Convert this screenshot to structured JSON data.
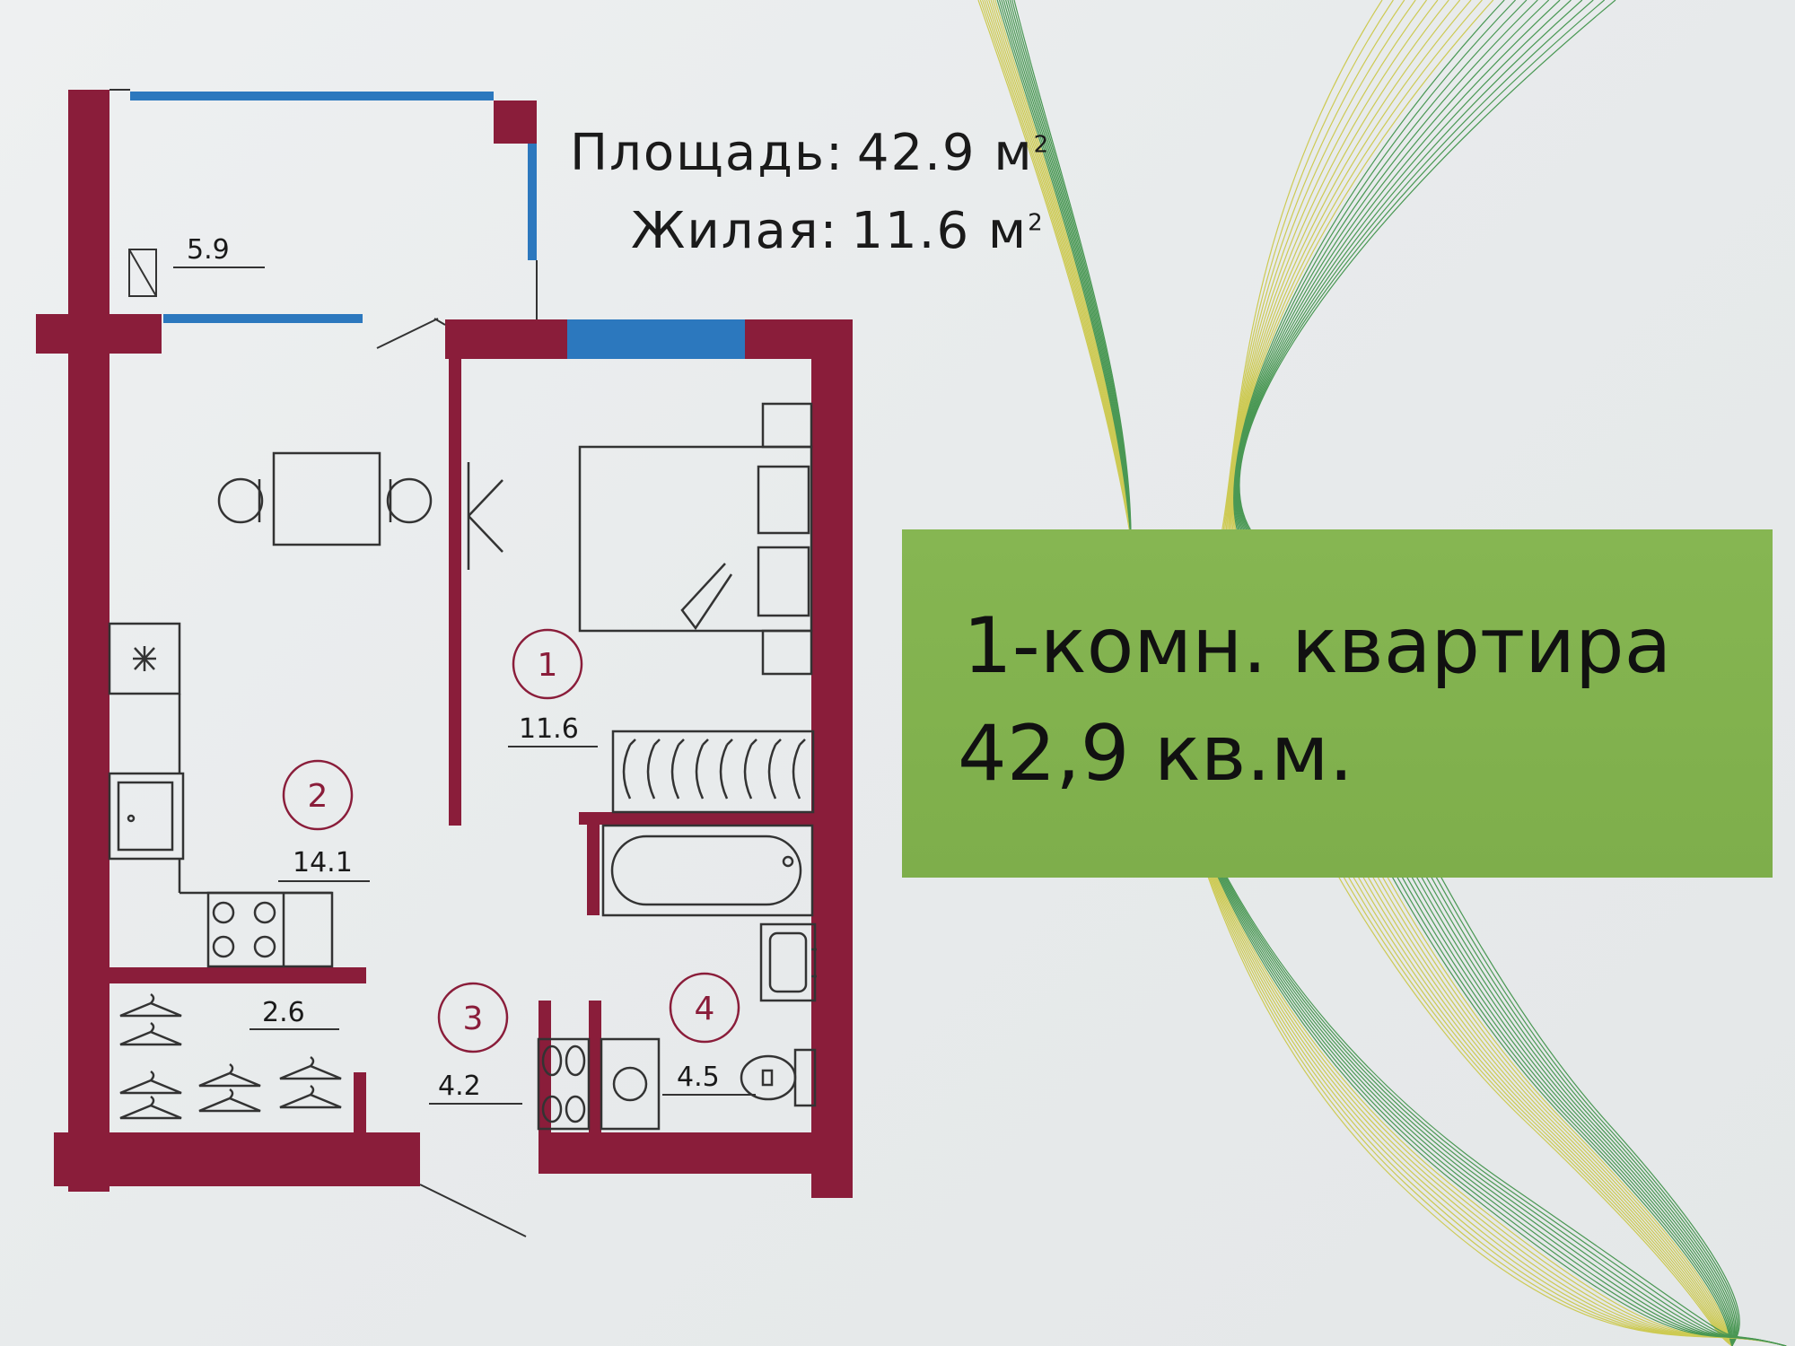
{
  "header": {
    "total_label": "Площадь:",
    "total_value": "42.9",
    "living_label": "Жилая:",
    "living_value": "11.6",
    "unit": "м",
    "unit_sup": "2"
  },
  "info_box": {
    "title": "1-комн. квартира",
    "area": "42,9 кв.м."
  },
  "rooms": [
    {
      "number": "1",
      "area": "11.6"
    },
    {
      "number": "2",
      "area": "14.1"
    },
    {
      "number": "3",
      "area": "4.2"
    },
    {
      "number": "4",
      "area": "4.5"
    }
  ],
  "unnumbered_areas": {
    "balcony": "5.9",
    "wardrobe": "2.6"
  },
  "colors": {
    "wall": "#8a1d3a",
    "window": "#2c78be",
    "info_box": "#80b04c",
    "ribbon_yellow": "#c9c53a",
    "ribbon_green": "#2f8a3a"
  }
}
